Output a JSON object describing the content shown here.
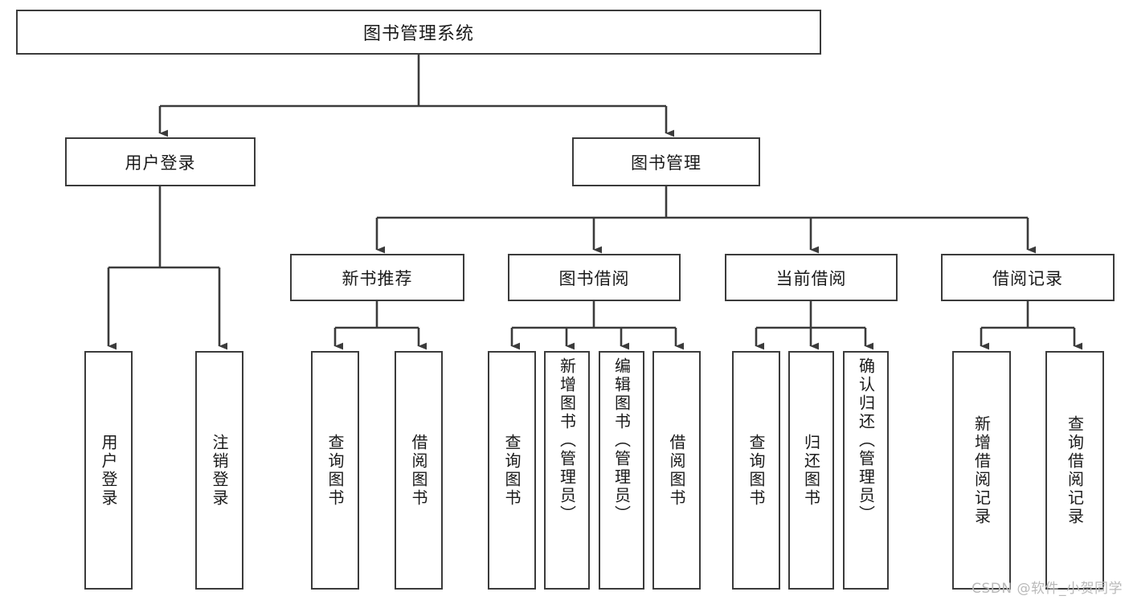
{
  "diagram": {
    "title": "图书管理系统",
    "watermark": "CSDN @软件_小贺同学",
    "colors": {
      "background": "#ffffff",
      "line": "#3b3b3b",
      "text": "#1a1a1a",
      "watermark": "#b9b9b9"
    },
    "levels": {
      "root": {
        "label": "图书管理系统"
      },
      "level2": [
        {
          "label": "用户登录"
        },
        {
          "label": "图书管理"
        }
      ],
      "level3": [
        {
          "label": "新书推荐"
        },
        {
          "label": "图书借阅"
        },
        {
          "label": "当前借阅"
        },
        {
          "label": "借阅记录"
        }
      ],
      "leaves": {
        "user_login": [
          {
            "label": "用户登录"
          },
          {
            "label": "注销登录"
          }
        ],
        "new_book_recommend": [
          {
            "label": "查询图书"
          },
          {
            "label": "借阅图书"
          }
        ],
        "book_borrow": [
          {
            "label": "查询图书"
          },
          {
            "label": "新增图书（管理员）"
          },
          {
            "label": "编辑图书（管理员）"
          },
          {
            "label": "借阅图书"
          }
        ],
        "current_borrow": [
          {
            "label": "查询图书"
          },
          {
            "label": "归还图书"
          },
          {
            "label": "确认归还（管理员）"
          }
        ],
        "borrow_record": [
          {
            "label": "新增借阅记录"
          },
          {
            "label": "查询借阅记录"
          }
        ]
      }
    }
  }
}
